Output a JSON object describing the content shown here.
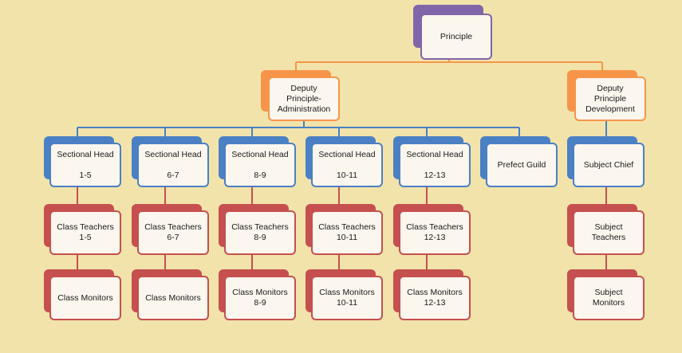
{
  "colors": {
    "background": "#f2e3ab",
    "purple": "#8065a8",
    "orange": "#f6954a",
    "blue": "#4b80c4",
    "red": "#c5504f",
    "box_fill": "#fbf6ee"
  },
  "nodes": {
    "principle": {
      "label": "Principle",
      "color": "purple"
    },
    "deputy_admin": {
      "label": "Deputy\nPrinciple-\nAdministration",
      "color": "orange"
    },
    "deputy_dev": {
      "label": "Deputy\nPrinciple\nDevelopment",
      "color": "orange"
    },
    "sh_1_5": {
      "label": "Sectional Head\n\n1-5",
      "color": "blue"
    },
    "sh_6_7": {
      "label": "Sectional Head\n\n6-7",
      "color": "blue"
    },
    "sh_8_9": {
      "label": "Sectional Head\n\n8-9",
      "color": "blue"
    },
    "sh_10_11": {
      "label": "Sectional Head\n\n10-11",
      "color": "blue"
    },
    "sh_12_13": {
      "label": "Sectional Head\n\n12-13",
      "color": "blue"
    },
    "prefect_guild": {
      "label": "Prefect Guild",
      "color": "blue"
    },
    "subject_chief": {
      "label": "Subject Chief",
      "color": "blue"
    },
    "ct_1_5": {
      "label": "Class Teachers\n1-5",
      "color": "red"
    },
    "ct_6_7": {
      "label": "Class Teachers\n6-7",
      "color": "red"
    },
    "ct_8_9": {
      "label": "Class Teachers\n8-9",
      "color": "red"
    },
    "ct_10_11": {
      "label": "Class Teachers\n10-11",
      "color": "red"
    },
    "ct_12_13": {
      "label": "Class Teachers\n12-13",
      "color": "red"
    },
    "subject_teachers": {
      "label": "Subject\nTeachers",
      "color": "red"
    },
    "cm_1_5": {
      "label": "Class Monitors",
      "color": "red"
    },
    "cm_6_7": {
      "label": "Class Monitors",
      "color": "red"
    },
    "cm_8_9": {
      "label": "Class Monitors\n8-9",
      "color": "red"
    },
    "cm_10_11": {
      "label": "Class Monitors\n10-11",
      "color": "red"
    },
    "cm_12_13": {
      "label": "Class Monitors\n12-13",
      "color": "red"
    },
    "subject_monitors": {
      "label": "Subject\nMonitors",
      "color": "red"
    }
  }
}
